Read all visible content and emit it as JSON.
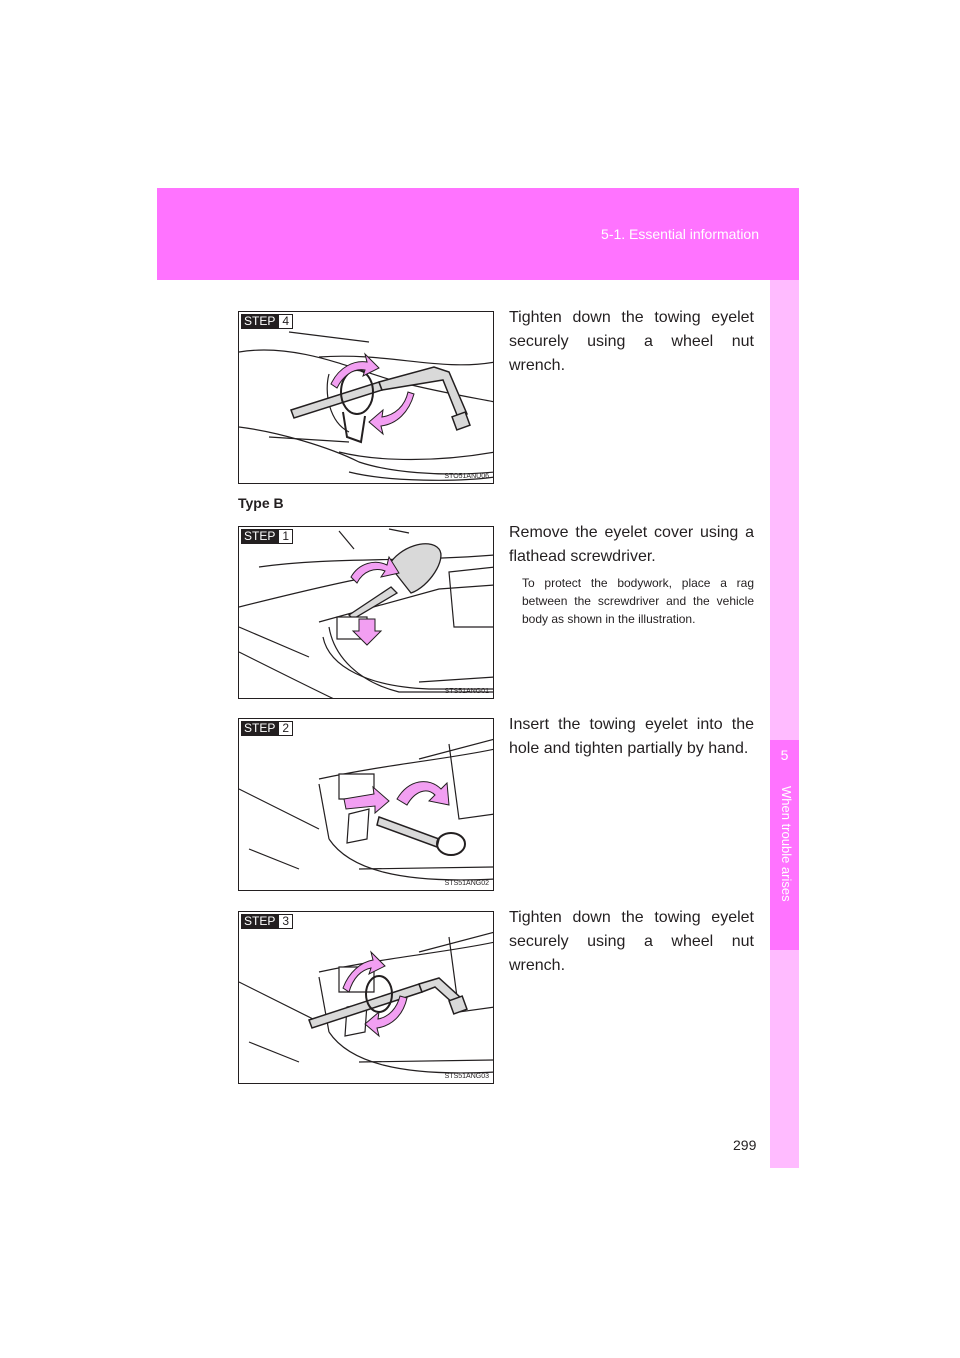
{
  "header": {
    "section": "5-1. Essential information"
  },
  "sidebar": {
    "chapter_number": "5",
    "chapter_title": "When trouble arises"
  },
  "subheading": "Type B",
  "figures": [
    {
      "step_word": "STEP",
      "step_num": "4",
      "code": "STO51ANU06"
    },
    {
      "step_word": "STEP",
      "step_num": "1",
      "code": "STS51ANG01"
    },
    {
      "step_word": "STEP",
      "step_num": "2",
      "code": "STS51ANG02"
    },
    {
      "step_word": "STEP",
      "step_num": "3",
      "code": "STS51ANG03"
    }
  ],
  "instructions": [
    {
      "text": "Tighten down the towing eyelet securely using a wheel nut wrench."
    },
    {
      "text": "Remove the eyelet cover using a flathead screwdriver.",
      "note": "To protect the bodywork, place a rag between the screwdriver and the vehicle body as shown in the illustration."
    },
    {
      "text": "Insert the towing eyelet into the hole and tighten partially by hand."
    },
    {
      "text": "Tighten down the towing eyelet securely using a wheel nut wrench."
    }
  ],
  "page_number": "299",
  "colors": {
    "accent": "#ff73ff",
    "accent_light": "#ffbbff",
    "arrow": "#f29ff2"
  }
}
